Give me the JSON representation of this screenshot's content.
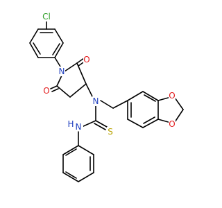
{
  "atoms": {
    "cl": {
      "text": "Cl",
      "color": "#33a02c"
    },
    "n_ring": {
      "text": "N",
      "color": "#1f3fbf"
    },
    "o_upper": {
      "text": "O",
      "color": "#e31a1c"
    },
    "o_lower": {
      "text": "O",
      "color": "#e31a1c"
    },
    "n_amine": {
      "text": "N",
      "color": "#1f3fbf"
    },
    "nh": {
      "text": "H",
      "color": "#1f3fbf"
    },
    "nh_n": {
      "text": "N",
      "color": "#1f3fbf"
    },
    "s": {
      "text": "S",
      "color": "#b8a200"
    },
    "o_diox1": {
      "text": "O",
      "color": "#e31a1c"
    },
    "o_diox2": {
      "text": "O",
      "color": "#e31a1c"
    }
  }
}
